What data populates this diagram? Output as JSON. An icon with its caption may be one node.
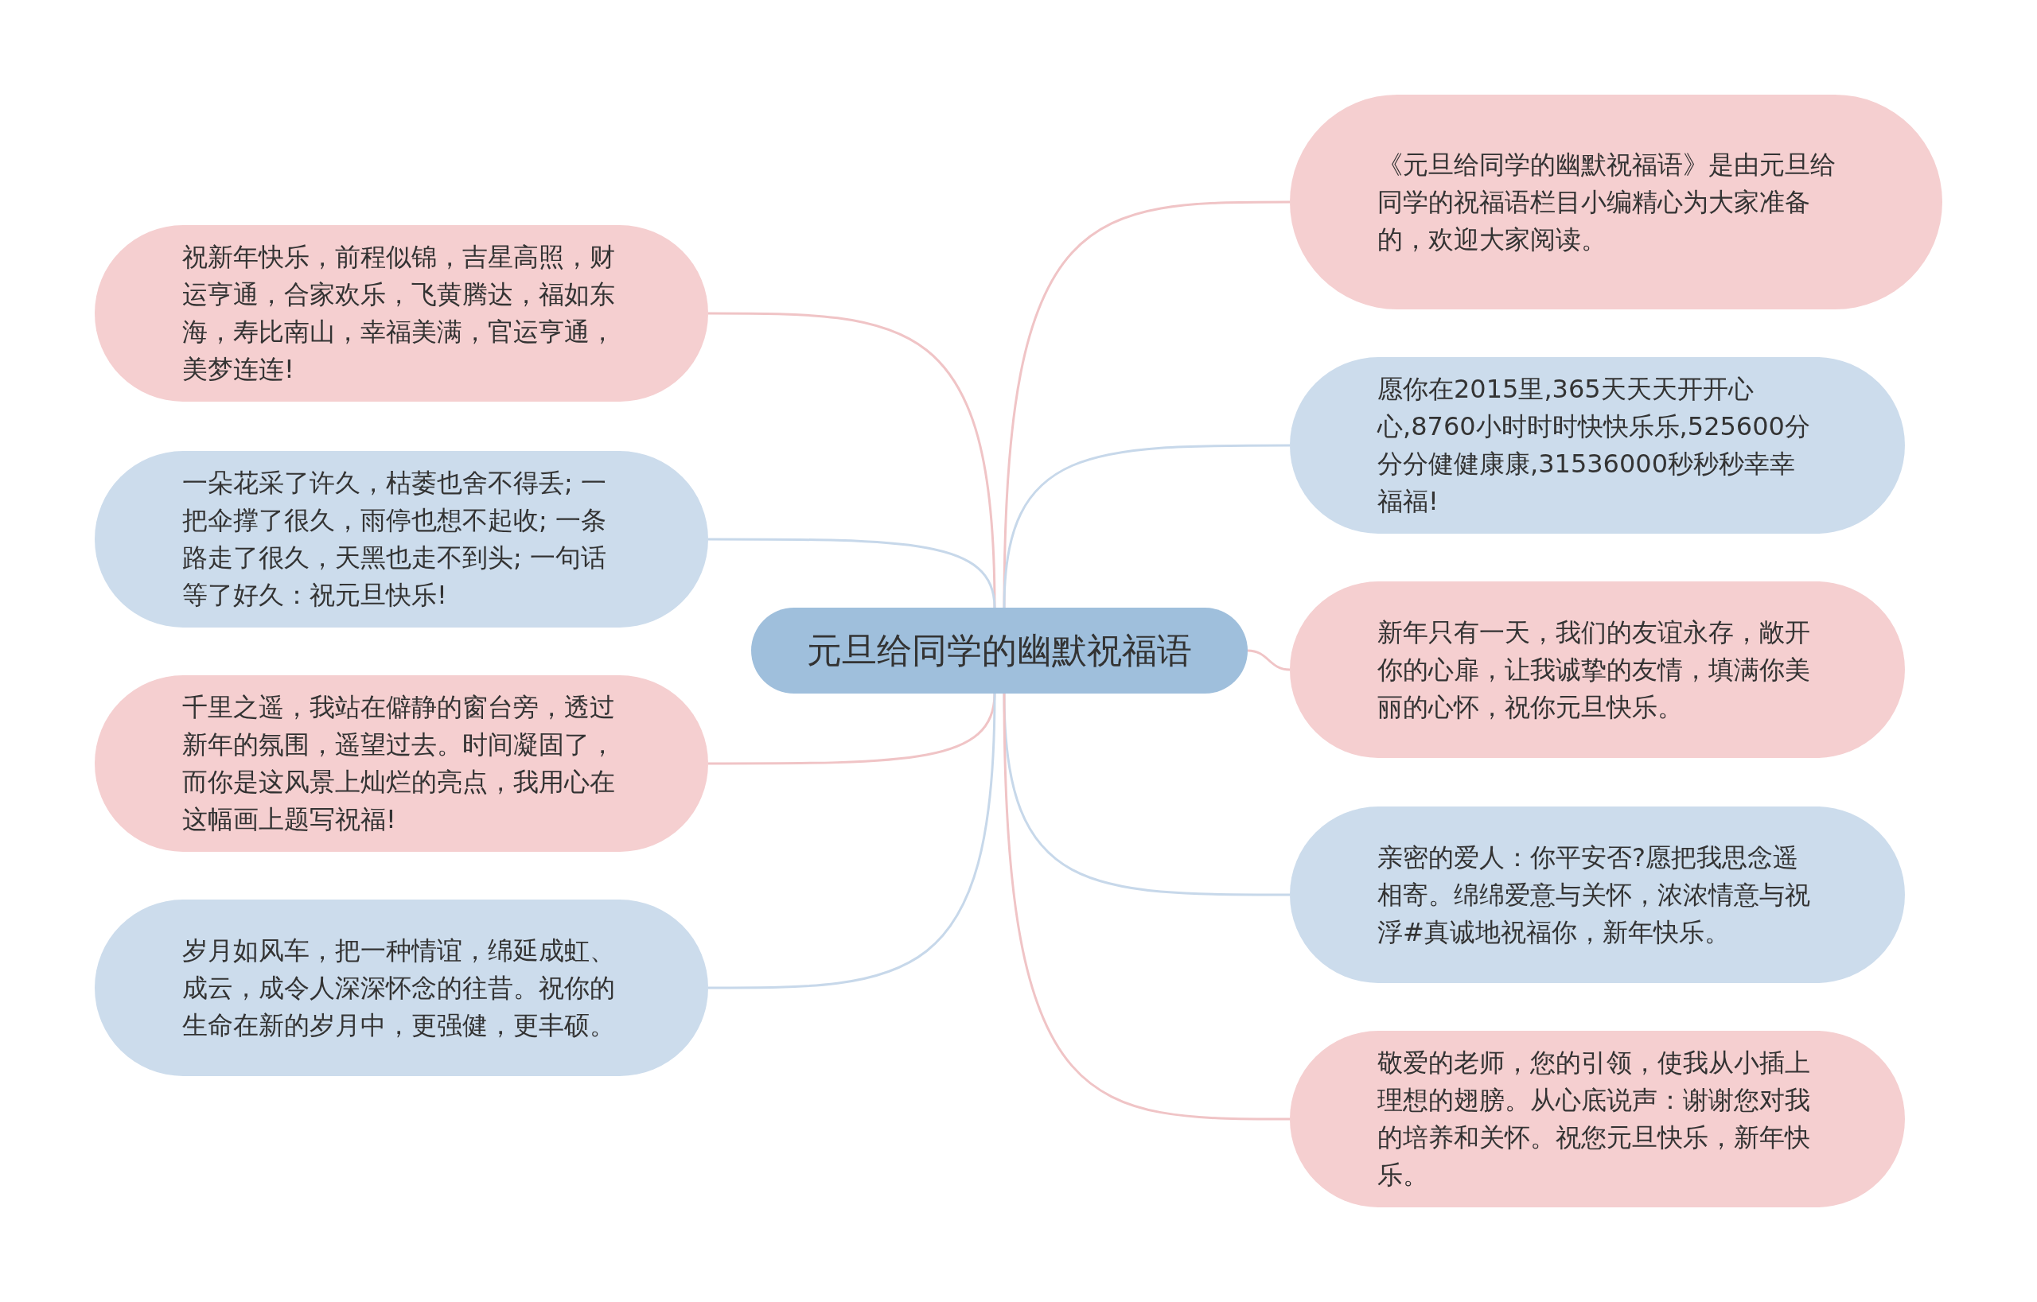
{
  "diagram": {
    "nodes": [
      {
        "text": [
          "元旦给同学的幽默祝福语"
        ]
      },
      {
        "text": [
          "祝新年快乐，前程似锦，吉星高照，财运亨通，合家欢乐，飞黄腾达，福如东海，寿比南山，幸福美满，官运亨通，美梦连连!"
        ]
      },
      {
        "text": [
          "一朵花采了许久，枯萎也舍不得丢; 一把伞撑了很久，雨停也想不起收; 一条路走了很久，天黑也走不到头; 一句话等了好久：祝元旦快乐!"
        ]
      },
      {
        "text": [
          "千里之遥，我站在僻静的窗台旁，透过新年的氛围，遥望过去。时间凝固了，而你是这风景上灿烂的亮点，我用心在这幅画上题写祝福!"
        ]
      },
      {
        "text": [
          "岁月如风车，把一种情谊，绵延成虹、成云，成令人深深怀念的往昔。祝你的生命在新的岁月中，更强健，更丰硕。"
        ]
      },
      {
        "text": [
          "《元旦给同学的幽默祝福语》是由元旦给同学的祝福语栏目小编精心为大家准备的，欢迎大家阅读。"
        ]
      },
      {
        "text": [
          "愿你在2015里,365天天天开开心心,8760小时时时快快乐乐,525600分分分健健康康,31536000秒秒秒幸幸福福!"
        ]
      },
      {
        "text": [
          "新年只有一天，我们的友谊永存，敞开你的心扉，让我诚挚的友情，填满你美丽的心怀，祝你元旦快乐。"
        ]
      },
      {
        "text": [
          "亲密的爱人：你平安否?愿把我思念遥相寄。绵绵爱意与关怀，浓浓情意与祝浮#真诚地祝福你，新年快乐。"
        ]
      },
      {
        "text": [
          "敬爱的老师，您的引领，使我从小插上理想的翅膀。从心底说声：谢谢您对我的培养和关怀。祝您元旦快乐，新年快乐。"
        ]
      }
    ],
    "edges": [
      {
        "from": 0,
        "to": 1,
        "arrow": "none"
      },
      {
        "from": 0,
        "to": 2,
        "arrow": "none",
        "color": "#c7d8ea"
      },
      {
        "from": 0,
        "to": 3,
        "arrow": "none"
      },
      {
        "from": 0,
        "to": 4,
        "arrow": "none",
        "color": "#c7d8ea"
      },
      {
        "from": 0,
        "to": 5,
        "arrow": "none"
      },
      {
        "from": 0,
        "to": 6,
        "arrow": "none",
        "color": "#c7d8ea"
      },
      {
        "from": 0,
        "to": 7,
        "arrow": "none"
      },
      {
        "from": 0,
        "to": 8,
        "arrow": "none",
        "color": "#c7d8ea"
      },
      {
        "from": 0,
        "to": 9,
        "arrow": "none"
      }
    ]
  }
}
